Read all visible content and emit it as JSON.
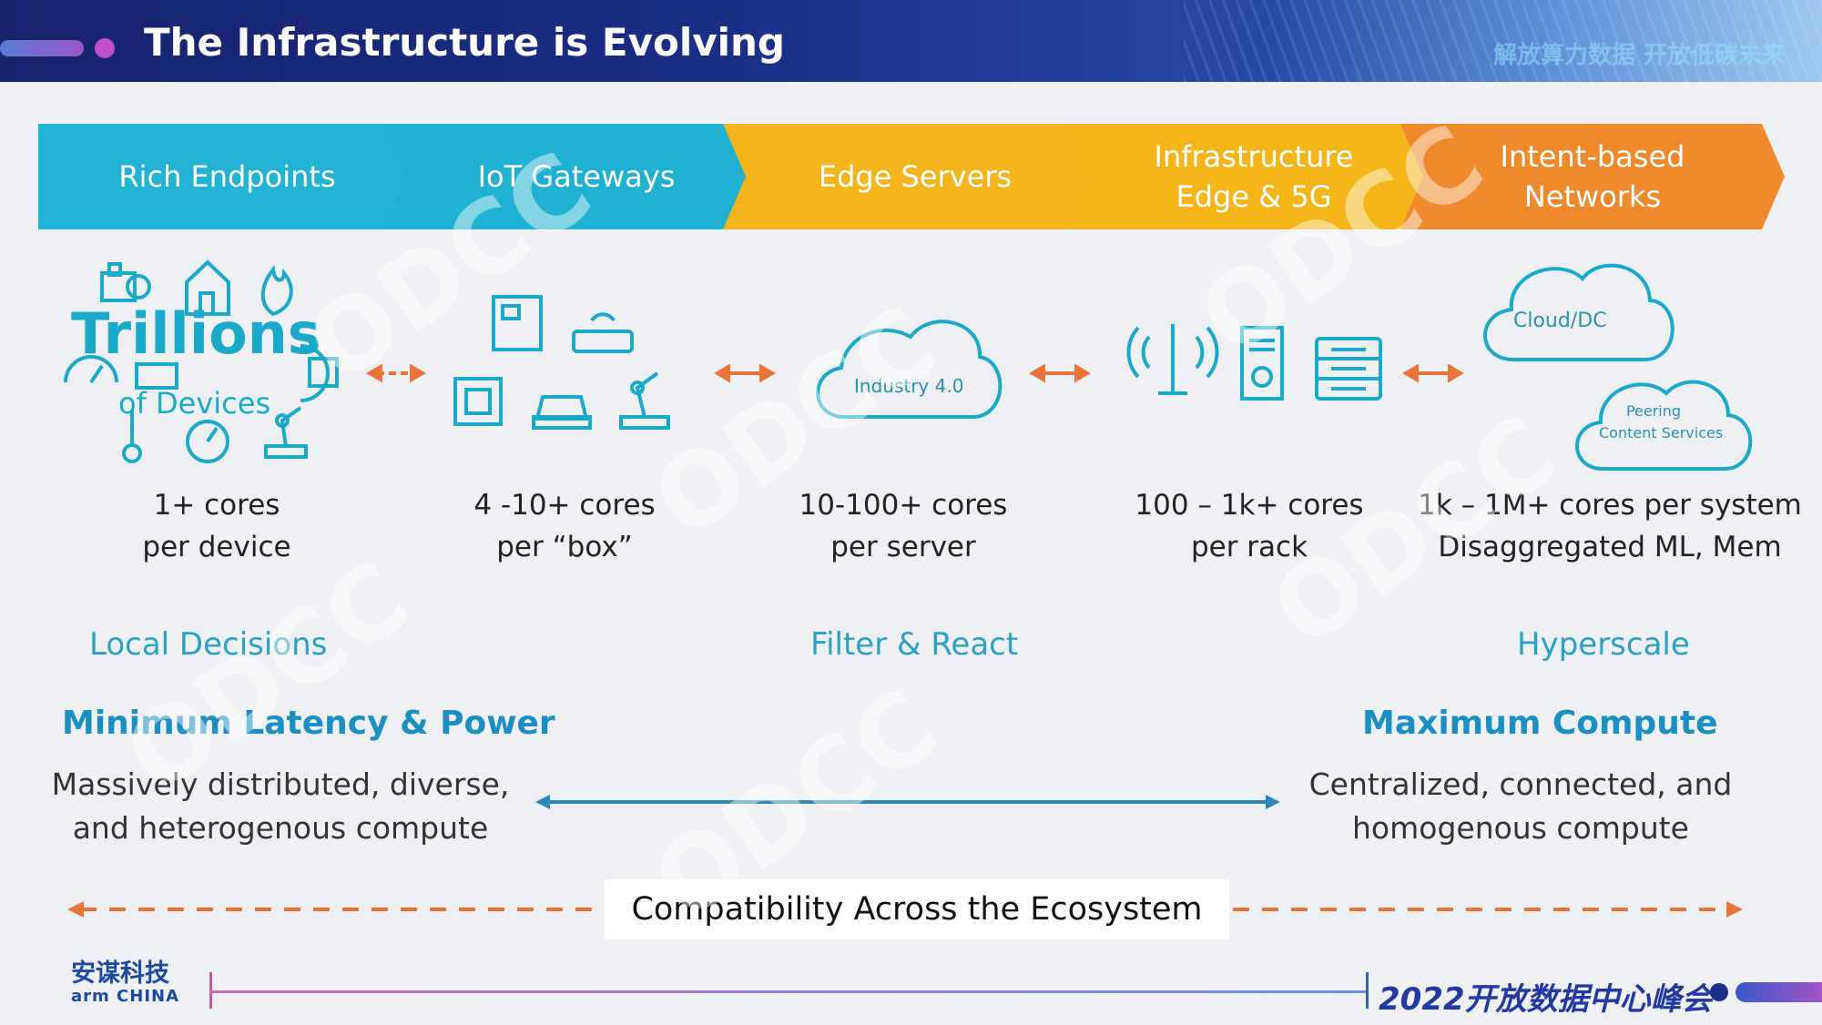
{
  "header": {
    "title": "The Infrastructure is Evolving",
    "right_text": "解放算力数据   开放低碳未来"
  },
  "chevrons": [
    {
      "line1": "Rich Endpoints",
      "line2": ""
    },
    {
      "line1": "IoT Gateways",
      "line2": ""
    },
    {
      "line1": "Edge Servers",
      "line2": ""
    },
    {
      "line1": "Infrastructure",
      "line2": "Edge & 5G"
    },
    {
      "line1": "Intent-based",
      "line2": "Networks"
    }
  ],
  "trillions": {
    "big": "Trillions",
    "small": "of Devices"
  },
  "icon_labels": {
    "industry": "Industry 4.0",
    "cloud": "Cloud/DC",
    "peering_1": "Peering",
    "peering_2": "Content Services"
  },
  "cores": [
    {
      "line1": "1+ cores",
      "line2": "per device"
    },
    {
      "line1": "4 -10+ cores",
      "line2": "per “box”"
    },
    {
      "line1": "10-100+ cores",
      "line2": "per server"
    },
    {
      "line1": "100 – 1k+ cores",
      "line2": "per rack"
    },
    {
      "line1": "1k – 1M+ cores per system",
      "line2": "Disaggregated ML, Mem"
    }
  ],
  "stages": {
    "left": "Local Decisions",
    "middle": "Filter & React",
    "right": "Hyperscale"
  },
  "left_block": {
    "heading": "Minimum Latency & Power",
    "line1": "Massively distributed, diverse,",
    "line2": "and heterogenous compute"
  },
  "right_block": {
    "heading": "Maximum Compute",
    "line1": "Centralized, connected, and",
    "line2": "homogenous compute"
  },
  "compat": "Compatibility Across the Ecosystem",
  "footer": {
    "logo_cn": "安谋科技",
    "logo_en": "arm CHINA",
    "summit": "2022开放数据中心峰会"
  },
  "watermark": "ODCC",
  "colors": {
    "teal": "#22b2d3",
    "yellow": "#f4b41b",
    "orange": "#ef8a2c",
    "accent_blue": "#1b8ec2",
    "icon_teal": "#1aa9c8",
    "arrow_orange": "#e8743a"
  }
}
